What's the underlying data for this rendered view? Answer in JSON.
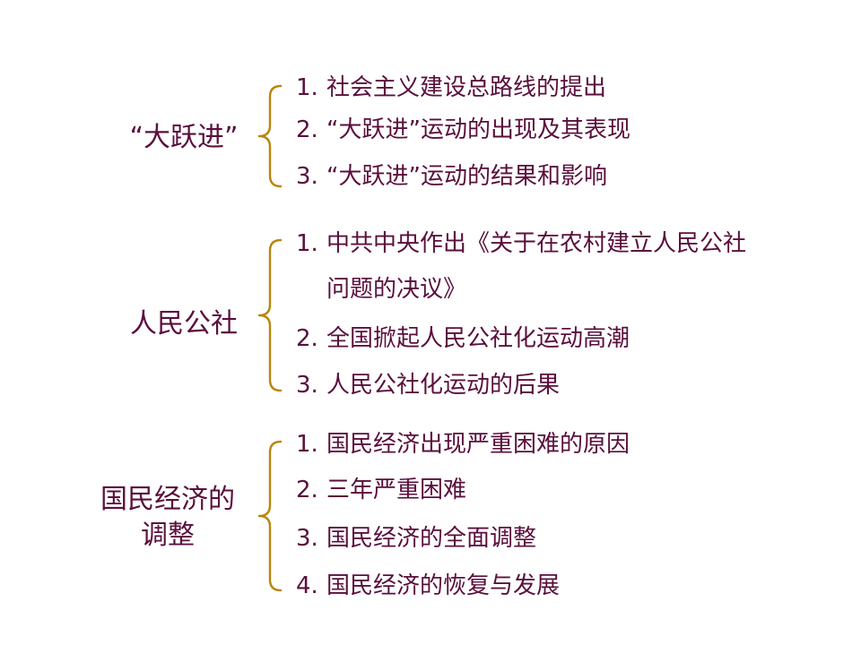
{
  "groups": [
    {
      "title": "“大跃进”",
      "items": [
        {
          "num": "1.",
          "text": "社会主义建设总路线的提出"
        },
        {
          "num": "2.",
          "text": "“大跃进”运动的出现及其表现"
        },
        {
          "num": "3.",
          "text": "“大跃进”运动的结果和影响"
        }
      ]
    },
    {
      "title": "人民公社",
      "items": [
        {
          "num": "1.",
          "text": "中共中央作出《关于在农村建立人民公社",
          "cont": "问题的决议》"
        },
        {
          "num": "2.",
          "text": "全国掀起人民公社化运动高潮"
        },
        {
          "num": "3.",
          "text": "人民公社化运动的后果"
        }
      ]
    },
    {
      "title": "国民经济的\n调整",
      "items": [
        {
          "num": "1.",
          "text": "国民经济出现严重困难的原因"
        },
        {
          "num": "2.",
          "text": "三年严重困难"
        },
        {
          "num": "3.",
          "text": "国民经济的全面调整"
        },
        {
          "num": "4.",
          "text": "国民经济的恢复与发展"
        }
      ]
    }
  ],
  "colors": {
    "text": "#5a0f3c",
    "brace": "#b8860b"
  }
}
